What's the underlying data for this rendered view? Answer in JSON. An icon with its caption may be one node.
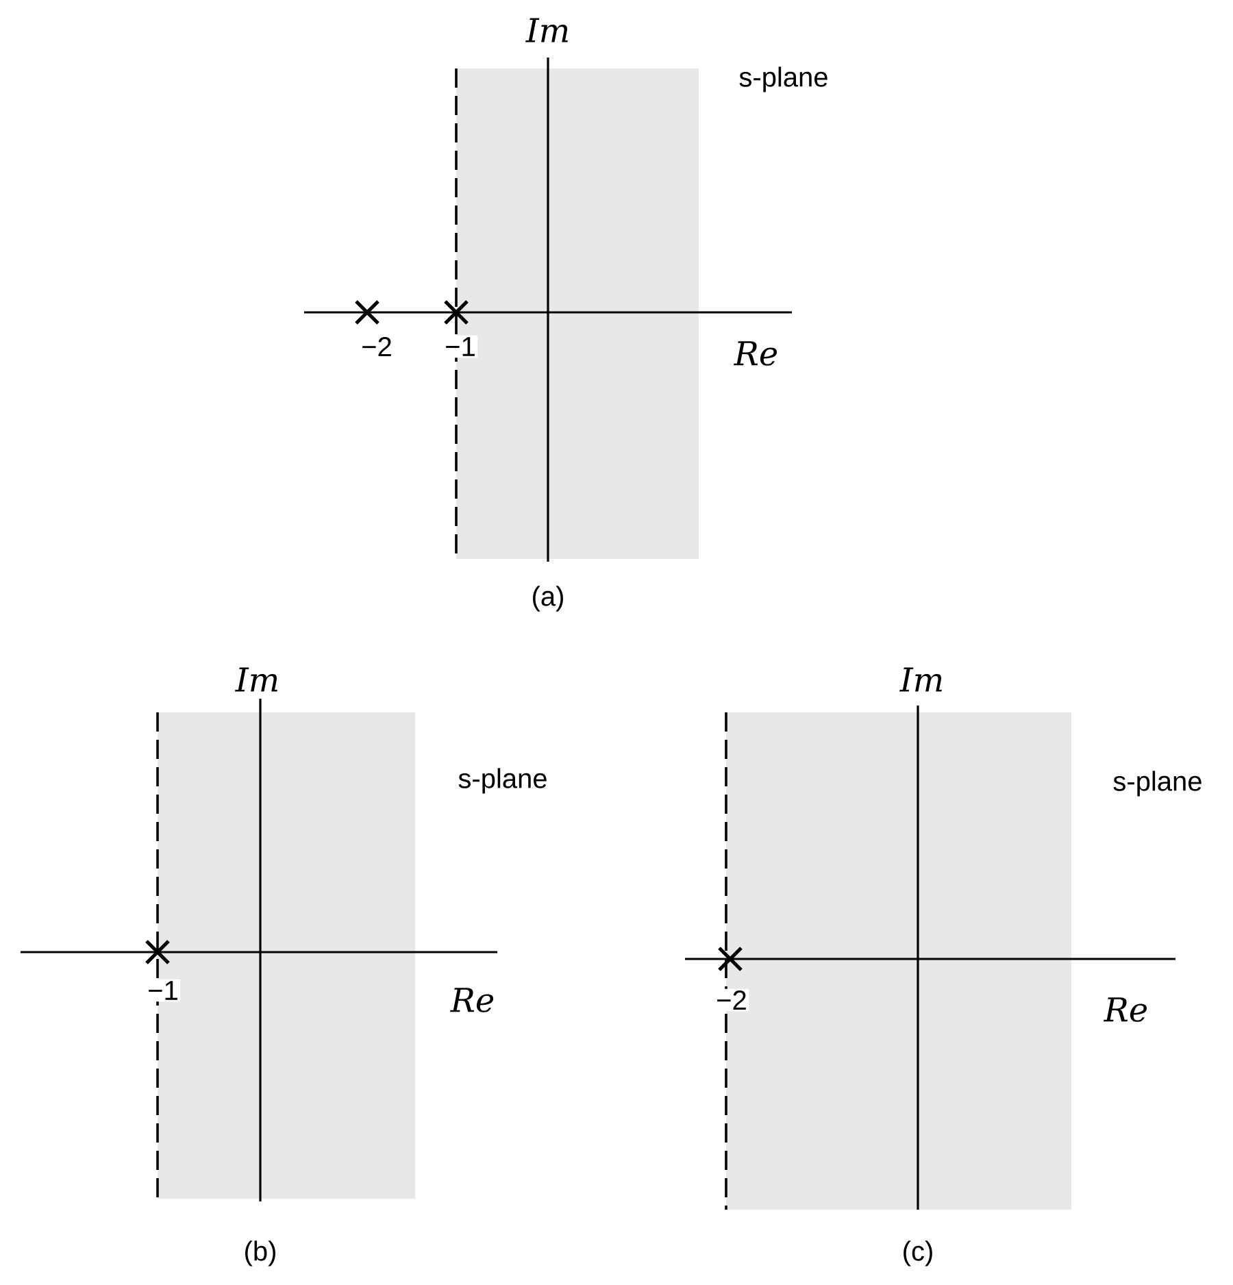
{
  "diagram": {
    "labels": [
      "Im",
      "s-plane",
      "−2",
      "−1",
      "Re",
      "(a)",
      "Im",
      "Im",
      "s-plane",
      "s-plane",
      "−1",
      "Re",
      "−2",
      "Re",
      "(b)",
      "(c)"
    ]
  }
}
